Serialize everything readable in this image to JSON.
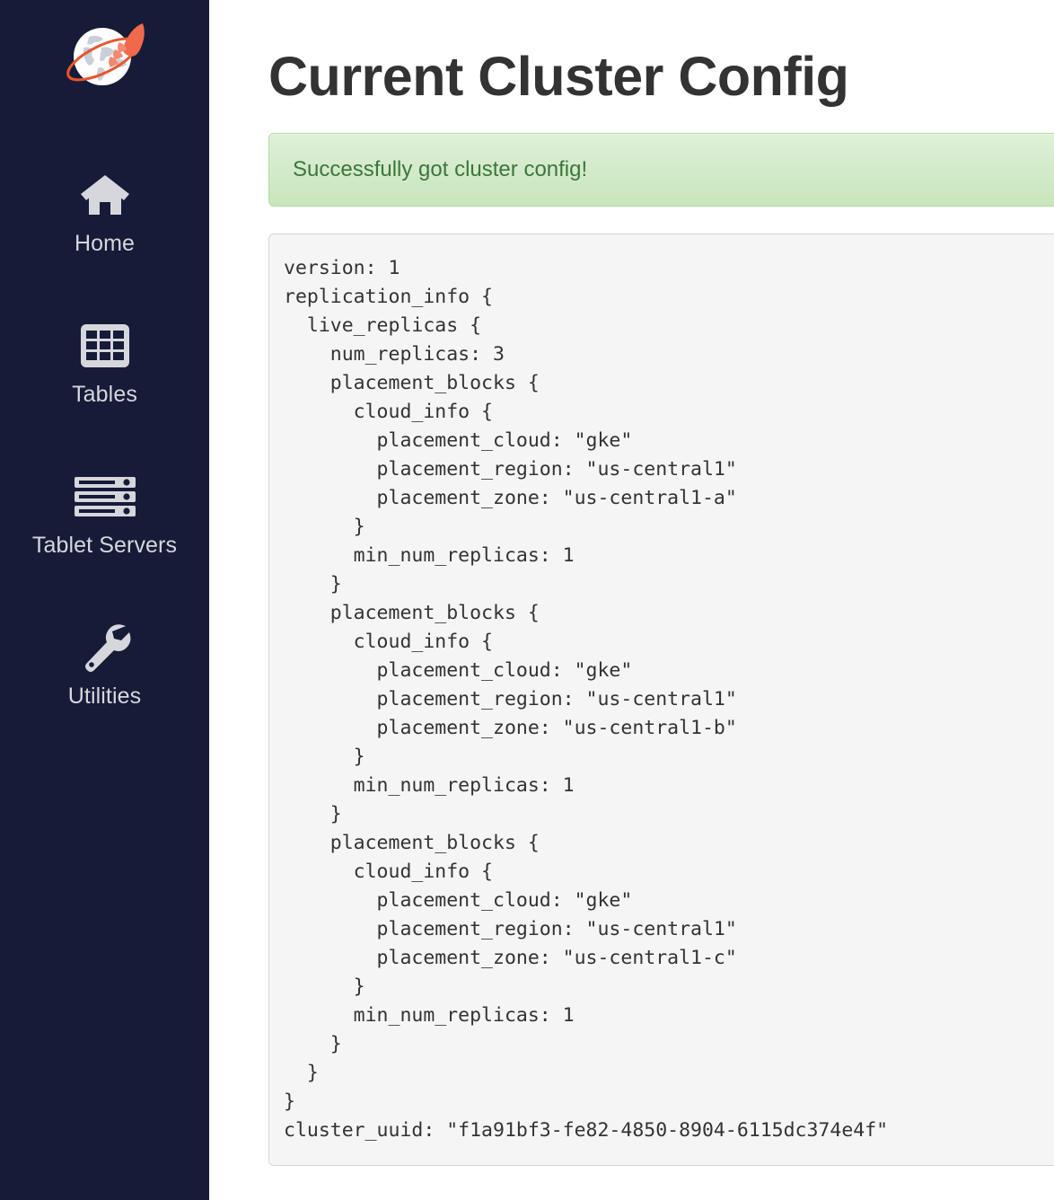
{
  "sidebar": {
    "logo": {
      "name": "yugabyte-rocket-globe-logo",
      "globe_color": "#ffffff",
      "land_color": "#c9ced8",
      "rocket_color": "#ef6a4d",
      "orbit_color": "#e8552d"
    },
    "background_color": "#161b38",
    "label_color": "#d6d7dd",
    "items": [
      {
        "label": "Home",
        "icon": "home-icon"
      },
      {
        "label": "Tables",
        "icon": "table-grid-icon"
      },
      {
        "label": "Tablet Servers",
        "icon": "server-rack-icon"
      },
      {
        "label": "Utilities",
        "icon": "wrench-icon"
      }
    ]
  },
  "main": {
    "title": "Current Cluster Config",
    "alert": {
      "message": "Successfully got cluster config!",
      "type": "success",
      "text_color": "#3c763d",
      "background_color": "#dff0d8",
      "border_color": "#b2dba1"
    },
    "config": {
      "background_color": "#f5f5f5",
      "border_color": "#d6d6d6",
      "text": "version: 1\nreplication_info {\n  live_replicas {\n    num_replicas: 3\n    placement_blocks {\n      cloud_info {\n        placement_cloud: \"gke\"\n        placement_region: \"us-central1\"\n        placement_zone: \"us-central1-a\"\n      }\n      min_num_replicas: 1\n    }\n    placement_blocks {\n      cloud_info {\n        placement_cloud: \"gke\"\n        placement_region: \"us-central1\"\n        placement_zone: \"us-central1-b\"\n      }\n      min_num_replicas: 1\n    }\n    placement_blocks {\n      cloud_info {\n        placement_cloud: \"gke\"\n        placement_region: \"us-central1\"\n        placement_zone: \"us-central1-c\"\n      }\n      min_num_replicas: 1\n    }\n  }\n}\ncluster_uuid: \"f1a91bf3-fe82-4850-8904-6115dc374e4f\"",
      "fields": {
        "version": "1",
        "num_replicas": "3",
        "cluster_uuid": "f1a91bf3-fe82-4850-8904-6115dc374e4f",
        "placement_blocks": [
          {
            "placement_cloud": "gke",
            "placement_region": "us-central1",
            "placement_zone": "us-central1-a",
            "min_num_replicas": "1"
          },
          {
            "placement_cloud": "gke",
            "placement_region": "us-central1",
            "placement_zone": "us-central1-b",
            "min_num_replicas": "1"
          },
          {
            "placement_cloud": "gke",
            "placement_region": "us-central1",
            "placement_zone": "us-central1-c",
            "min_num_replicas": "1"
          }
        ]
      }
    }
  }
}
